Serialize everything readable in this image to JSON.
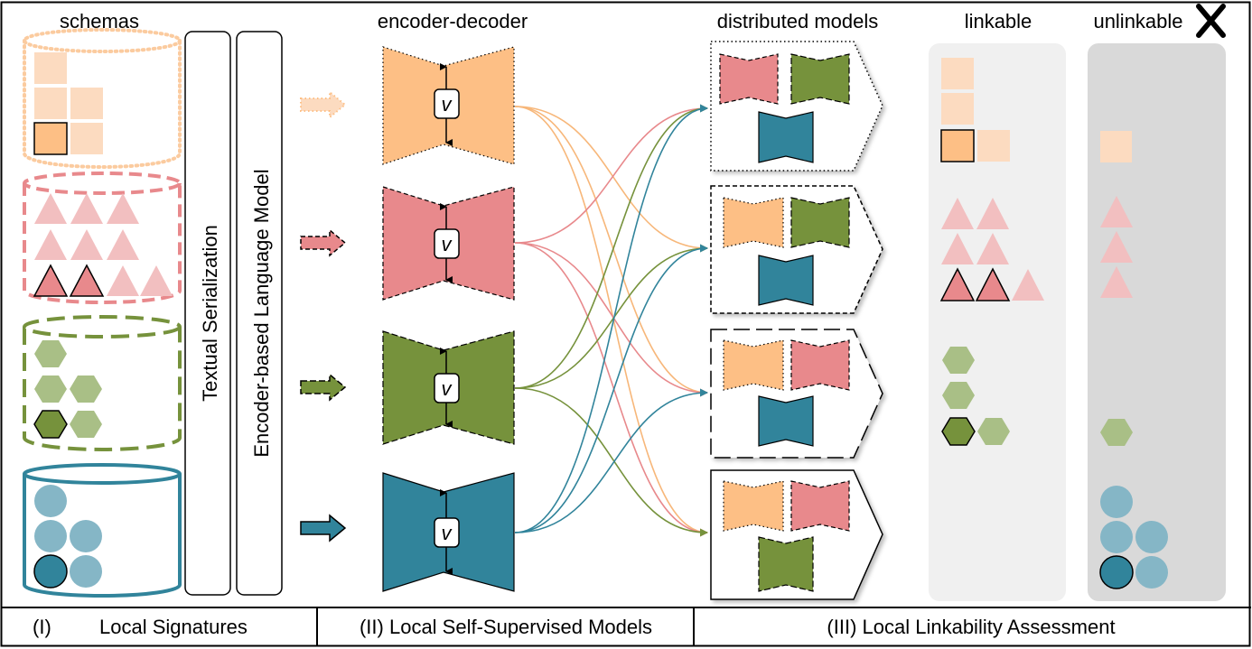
{
  "headers": {
    "schemas": "schemas",
    "encoder_decoder": "encoder-decoder",
    "distributed_models": "distributed models",
    "linkable": "linkable",
    "unlinkable": "unlinkable"
  },
  "bars": {
    "textual_serialization": "Textual Serialization",
    "encoder_language_model": "Encoder-based Language Model"
  },
  "latent_label": "v",
  "footer": {
    "section1_num": "(I)",
    "section1": "Local Signatures",
    "section2": "(II) Local Self-Supervised Models",
    "section3": "(III) Local Linkability Assessment"
  },
  "colors": {
    "orange": "#fdbf85",
    "orange_light": "#fcdbc0",
    "pink": "#e8898c",
    "pink_light": "#f2bfc0",
    "green": "#76923c",
    "green_light": "#a9bf86",
    "teal": "#31849b",
    "teal_light": "#85b6c6",
    "linkable_panel": "#f0f0f0",
    "unlinkable_panel": "#d9d9d9"
  },
  "icons": {
    "unlinkable": "x-mark-icon",
    "arrows": "block-arrow-icon"
  }
}
